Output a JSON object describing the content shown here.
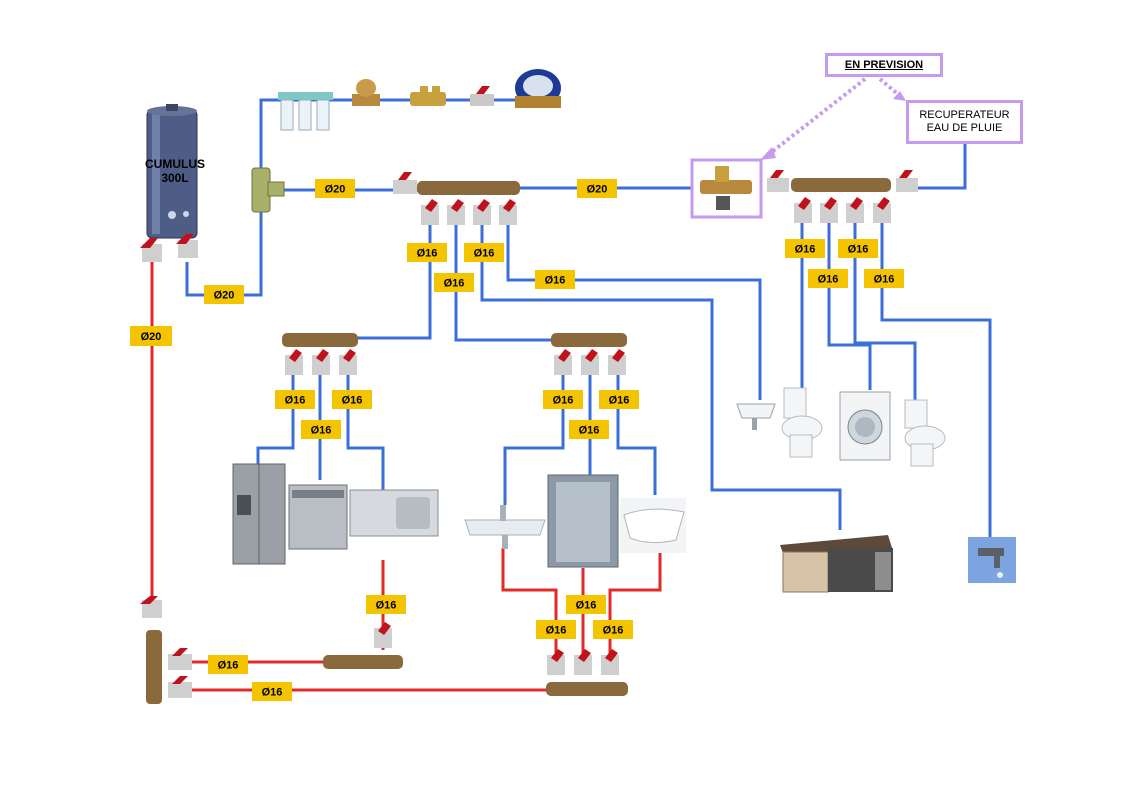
{
  "tank": {
    "line1": "CUMULUS",
    "line2": "300L"
  },
  "notes": {
    "en_prevision": "EN PREVISION",
    "recuperateur_line1": "RECUPERATEUR",
    "recuperateur_line2": "EAU  DE  PLUIE"
  },
  "labels": {
    "d20": "Ø20",
    "d16": "Ø16"
  },
  "colors": {
    "cold_pipe": "#3b6fd8",
    "hot_pipe": "#e02a2a",
    "label_fill": "#f5c400",
    "note_border": "#c59bf0",
    "brass": "#9a7a45"
  }
}
